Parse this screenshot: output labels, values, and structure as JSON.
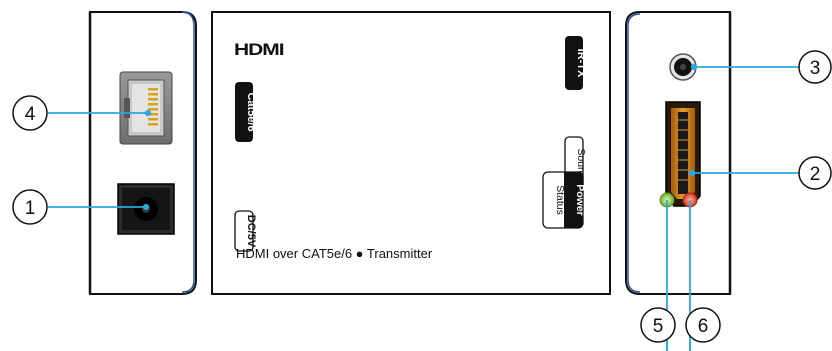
{
  "top_panel": {
    "logo_text": "HDMI",
    "label_cat": "Cat5e/6",
    "label_dc": "DC/5V",
    "label_irtx": "IR-TX",
    "label_source": "Source",
    "label_status": "Status",
    "label_power": "Power",
    "caption": "HDMI over CAT5e/6 ● Transmitter"
  },
  "callouts": [
    {
      "id": "c1",
      "number": "1"
    },
    {
      "id": "c2",
      "number": "2"
    },
    {
      "id": "c3",
      "number": "3"
    },
    {
      "id": "c4",
      "number": "4"
    },
    {
      "id": "c5",
      "number": "5"
    },
    {
      "id": "c6",
      "number": "6"
    }
  ],
  "colors": {
    "leader_line": "#29a9e0",
    "led_green": "#8dc63f",
    "led_red": "#e8483d",
    "panel_border": "#111111",
    "hdmi_gold": "#d98c1e"
  }
}
